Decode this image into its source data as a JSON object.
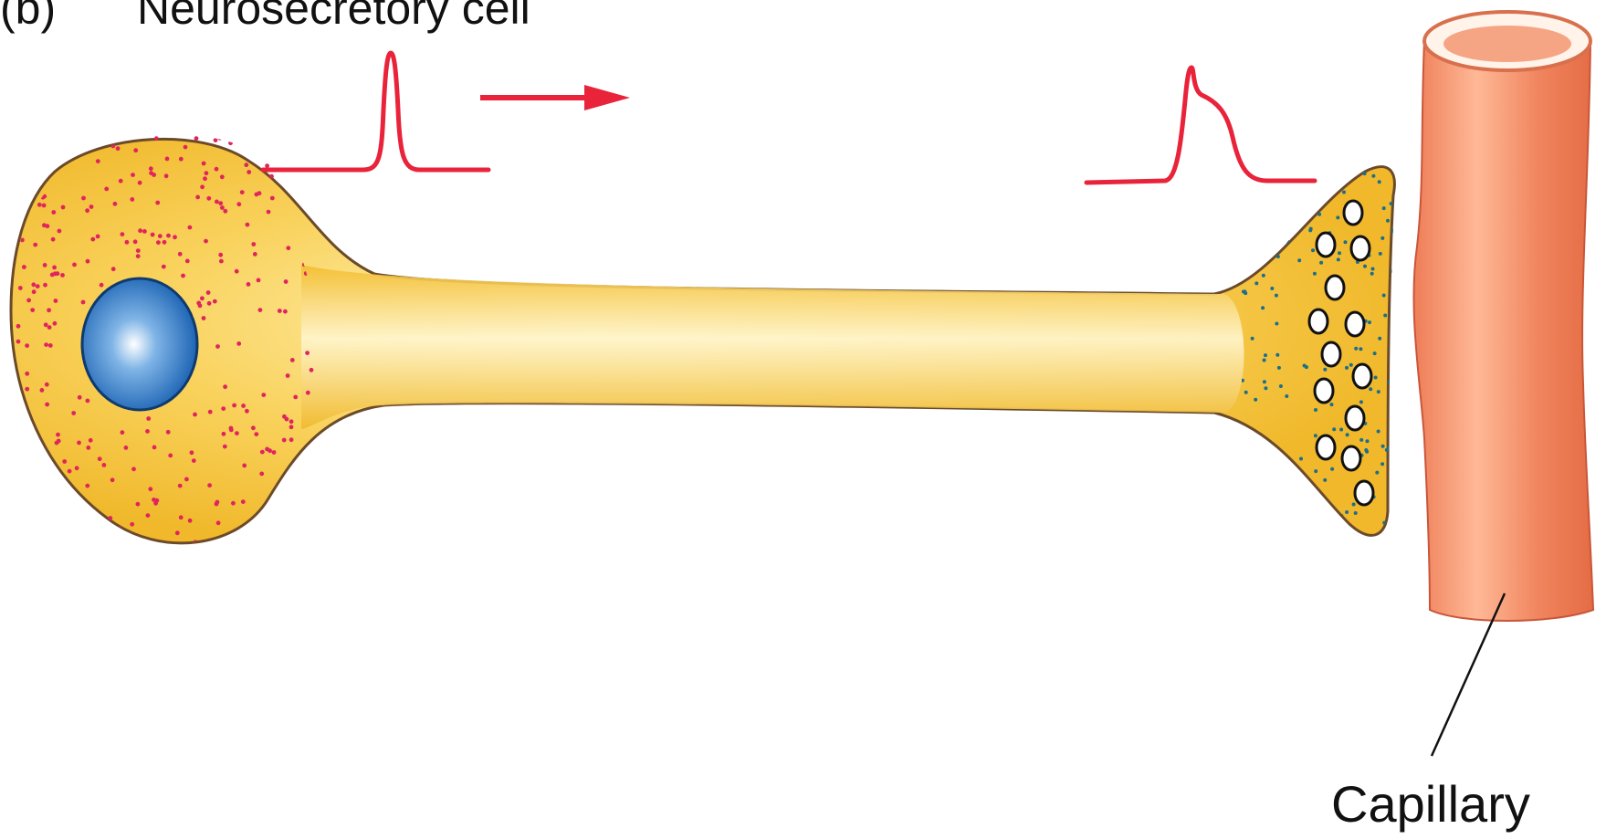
{
  "panel_letter": "(b)",
  "title": "Neurosecretory cell",
  "labels": {
    "capillary": "Capillary"
  },
  "colors": {
    "cell_fill": "#f6c43a",
    "cell_highlight": "#fff5c8",
    "cell_outline": "#6b4a2a",
    "nucleus": "#1f6fbf",
    "nucleus_highlight": "#e8f4ff",
    "cytoplasm_dots": "#e0245e",
    "terminal_dots": "#1b6e8c",
    "vesicle_outline": "#111111",
    "action_potential": "#e8233a",
    "capillary_fill": "#ee7a55",
    "capillary_highlight": "#ffc0a0",
    "capillary_inner": "#f5a98b"
  },
  "icons": {
    "direction": "right-arrow-icon",
    "impulse": "action-potential-spike-icon"
  }
}
